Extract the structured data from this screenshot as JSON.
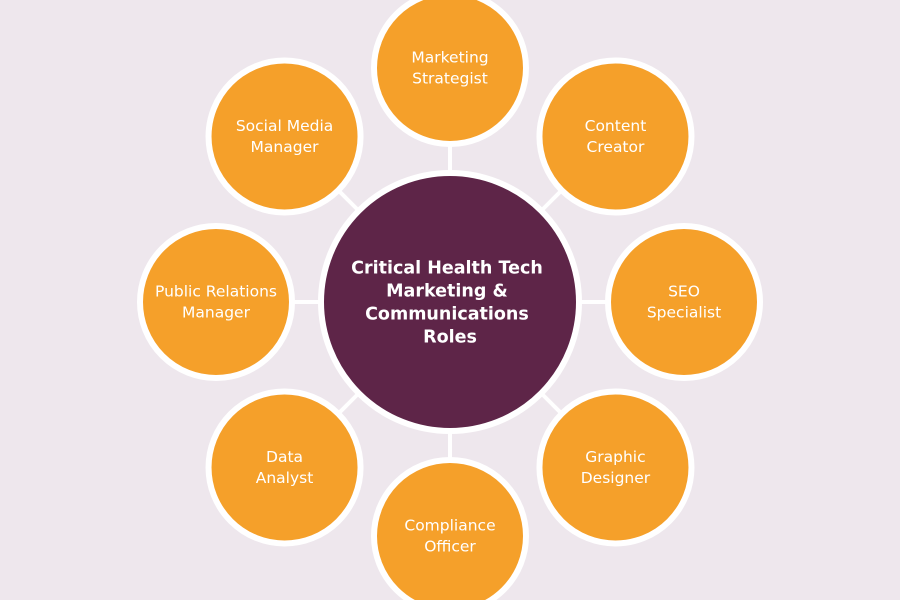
{
  "colors": {
    "background": "#eee7ed",
    "center_fill": "#5e2548",
    "node_fill": "#f5a02a",
    "outline": "#ffffff",
    "text": "#ffffff"
  },
  "center": {
    "lines": [
      "Critical Health Tech",
      "Marketing &",
      "Communications",
      "Roles"
    ]
  },
  "roles": [
    {
      "lines": [
        "Marketing",
        "Strategist"
      ]
    },
    {
      "lines": [
        "Content",
        "Creator"
      ]
    },
    {
      "lines": [
        "SEO",
        "Specialist"
      ]
    },
    {
      "lines": [
        "Graphic",
        "Designer"
      ]
    },
    {
      "lines": [
        "Compliance",
        "Officer"
      ]
    },
    {
      "lines": [
        "Data",
        "Analyst"
      ]
    },
    {
      "lines": [
        "Public Relations",
        "Manager"
      ]
    },
    {
      "lines": [
        "Social Media",
        "Manager"
      ]
    }
  ]
}
